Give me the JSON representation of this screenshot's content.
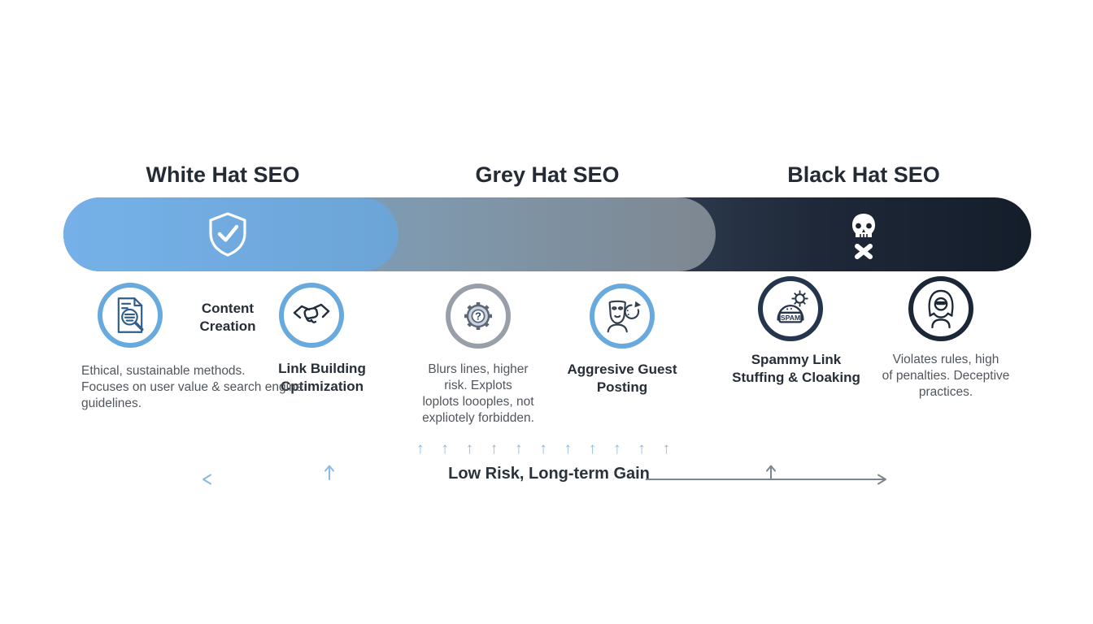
{
  "titles": {
    "white": "White Hat SEO",
    "grey": "Grey Hat SEO",
    "black": "Black Hat SEO"
  },
  "white_section": {
    "content_label": "Content\nCreation",
    "description": "Ethical, sustainable methods.\nFocuses on user value & search engine\nguidelines.",
    "link_label": "Link Building\nCptimization"
  },
  "grey_section": {
    "description": "Blurs lines, higher\nrisk. Explots\nloplots loooples, not\nexpliotely forbidden.",
    "guest_label": "Aggresive Guest\nPosting",
    "question_mark": "?"
  },
  "black_section": {
    "spam_label": "Spammy Link\nStuffing & Cloaking",
    "spam_badge": "SPAM",
    "description": "Violates rules, high\nof penalties. Deceptive\npractices."
  },
  "axis": {
    "label": "Low Risk, Long-term Gain",
    "small_arrow_count": 11,
    "arrow_char": "↑"
  },
  "icons": [
    "shield-check-icon",
    "skull-crossbones-icon",
    "document-search-icon",
    "handshake-icon",
    "gear-question-icon",
    "mask-refresh-icon",
    "spam-pile-icon",
    "hooded-hacker-icon"
  ],
  "colors": {
    "bar_blue": "#73aee4",
    "bar_grey": "#7e8791",
    "bar_dark": "#1a2433",
    "accent_blue": "#68a9de",
    "circle_grey": "#989fa8",
    "circle_dark": "#24354d",
    "title_text": "#242b35",
    "body_text": "#51565c",
    "arrow_blue": "#8cb7e2",
    "axis_grey": "#7d858e"
  }
}
